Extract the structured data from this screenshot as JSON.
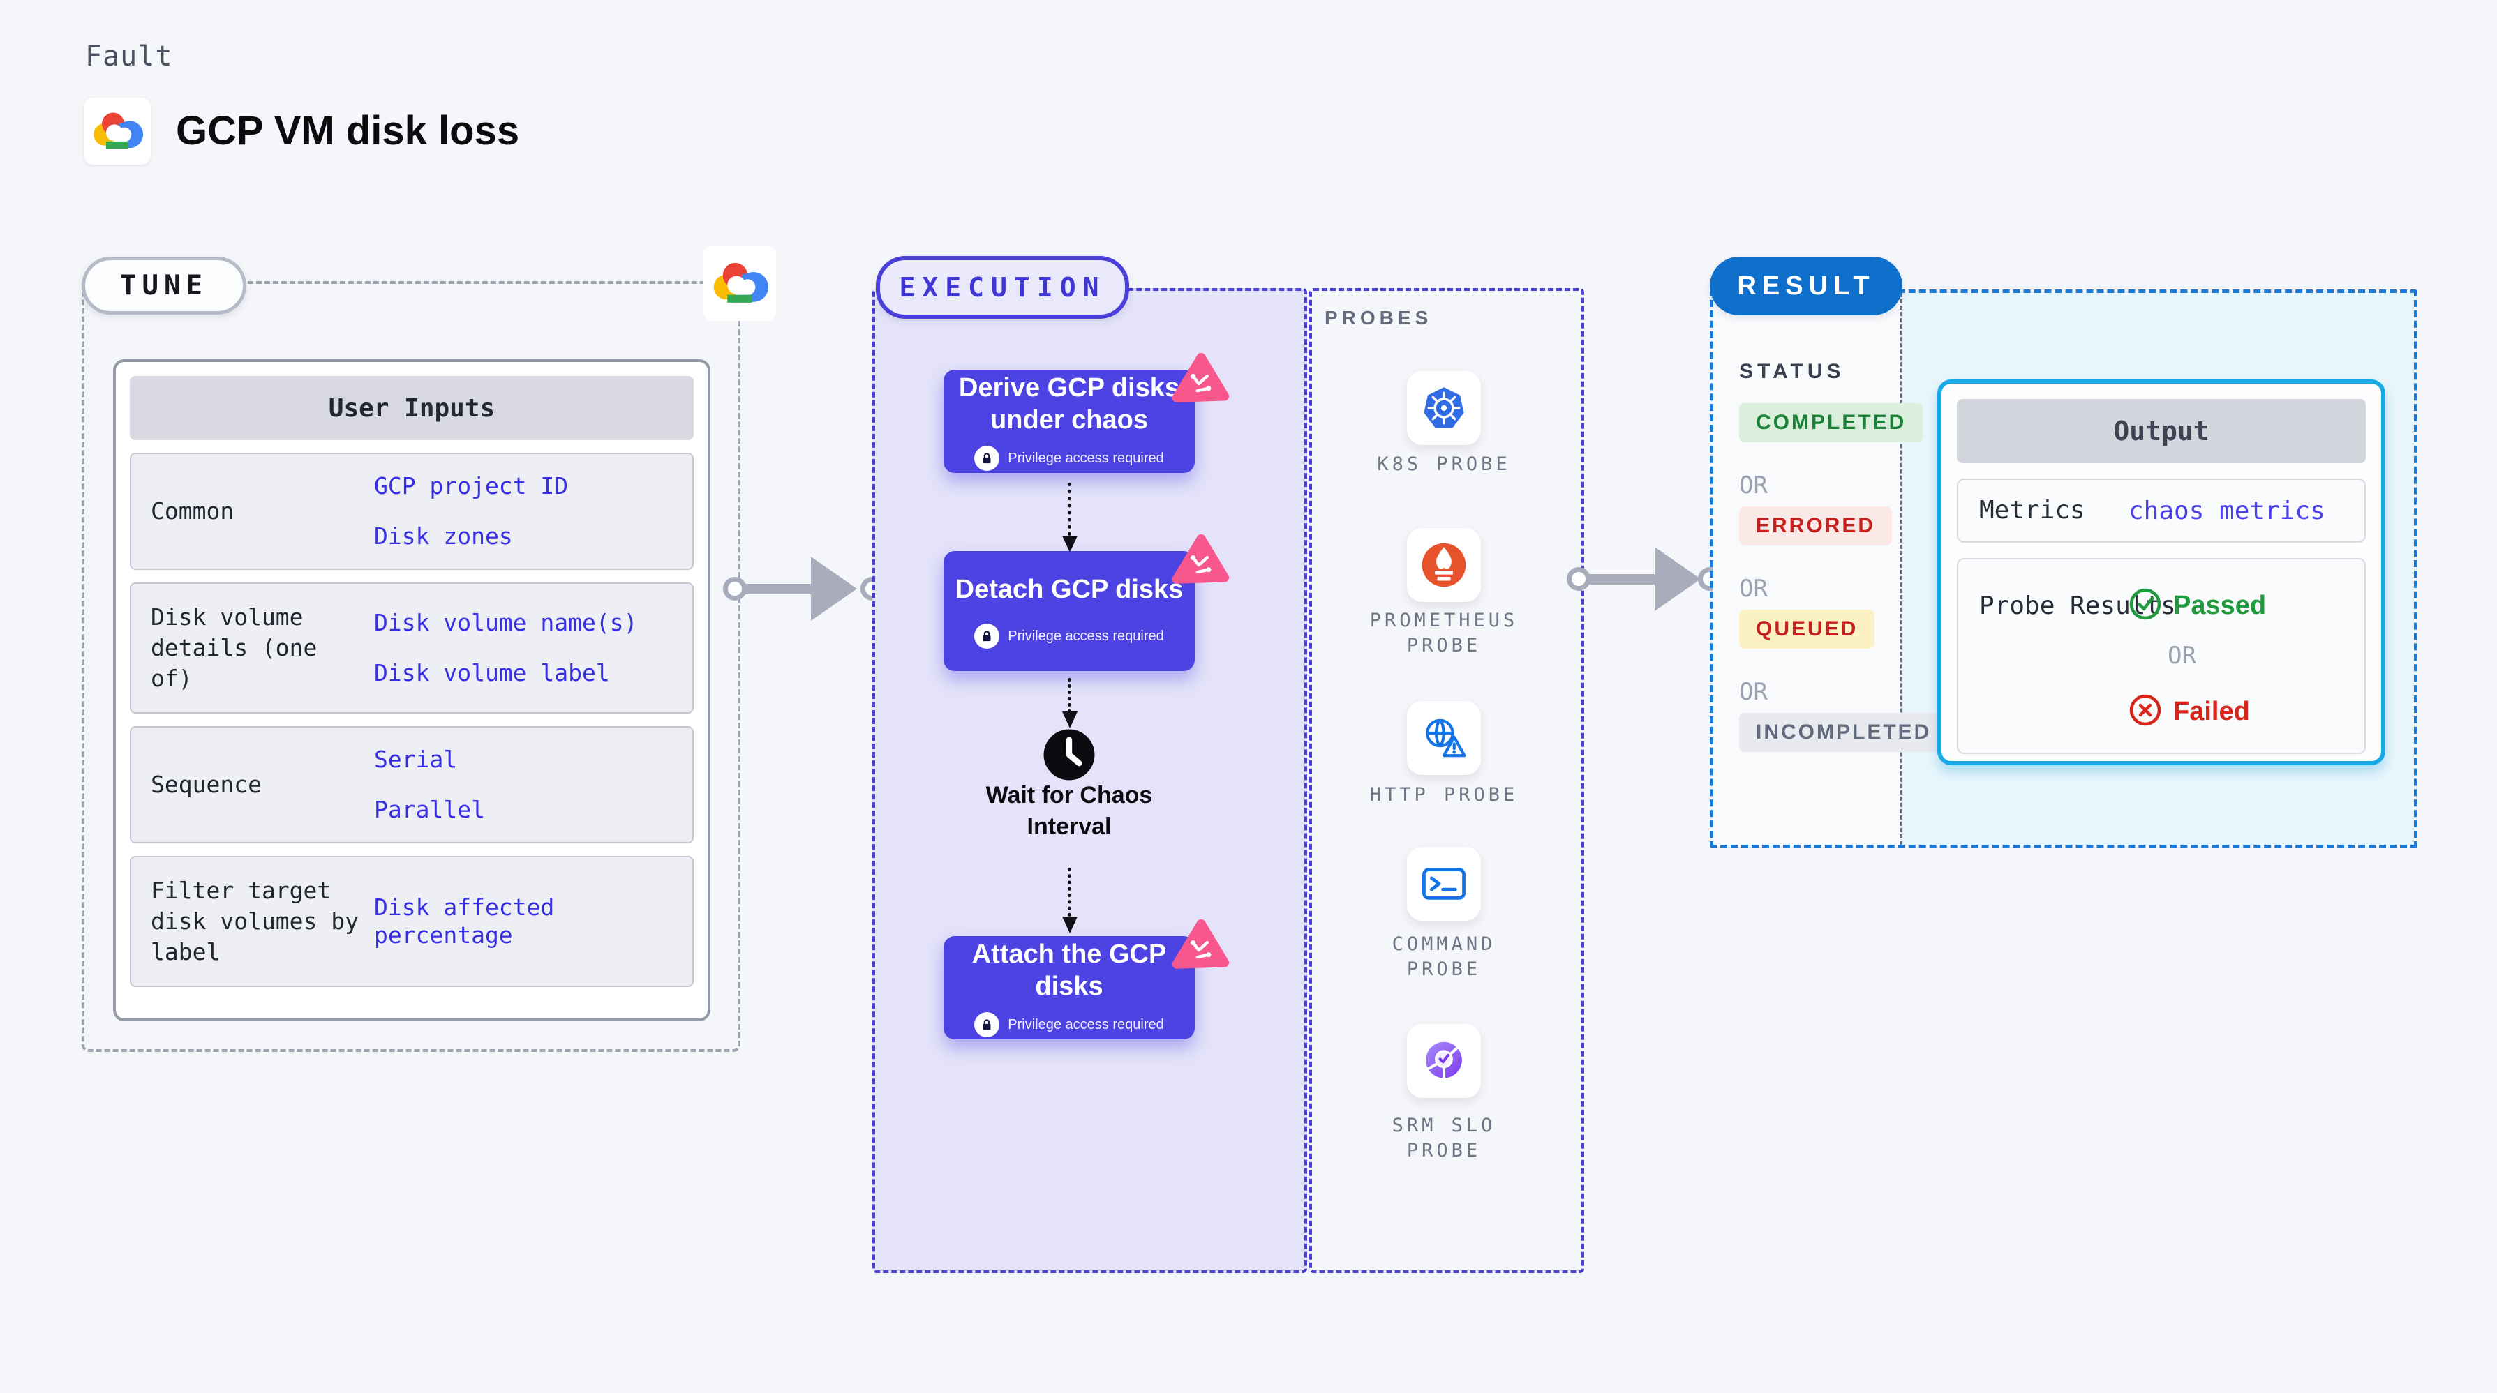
{
  "page": {
    "kind_label": "Fault",
    "title": "GCP VM disk loss",
    "logo_icon": "gcp-cloud-icon"
  },
  "tune": {
    "badge": "TUNE",
    "corner_icon": "gcp-cloud-icon",
    "table": {
      "header": "User Inputs",
      "rows": [
        {
          "label": "Common",
          "values": [
            "GCP project ID",
            "Disk zones"
          ]
        },
        {
          "label": "Disk volume details (one of)",
          "values": [
            "Disk volume name(s)",
            "Disk volume label"
          ]
        },
        {
          "label": "Sequence",
          "values": [
            "Serial",
            "Parallel"
          ]
        },
        {
          "label": "Filter target disk volumes by label",
          "values": [
            "Disk affected percentage"
          ]
        }
      ]
    }
  },
  "execution": {
    "badge": "EXECUTION",
    "nodes": [
      {
        "title": "Derive GCP disks under chaos",
        "note": "Privilege access required",
        "icons": [
          "chaos-badge-icon",
          "lock-icon"
        ]
      },
      {
        "title": "Detach GCP disks",
        "note": "Privilege access required",
        "icons": [
          "chaos-badge-icon",
          "lock-icon"
        ]
      },
      {
        "title": "Attach the GCP disks",
        "note": "Privilege access required",
        "icons": [
          "chaos-badge-icon",
          "lock-icon"
        ]
      }
    ],
    "wait_step": {
      "label": "Wait for Chaos Interval",
      "icon": "clock-icon"
    }
  },
  "probes": {
    "label": "PROBES",
    "items": [
      {
        "name": "K8S PROBE",
        "icon": "kubernetes-icon"
      },
      {
        "name": "PROMETHEUS PROBE",
        "icon": "prometheus-icon"
      },
      {
        "name": "HTTP PROBE",
        "icon": "globe-warning-icon"
      },
      {
        "name": "COMMAND PROBE",
        "icon": "terminal-icon"
      },
      {
        "name": "SRM SLO PROBE",
        "icon": "slo-gauge-icon"
      }
    ]
  },
  "result": {
    "badge": "RESULT",
    "status_label": "STATUS",
    "or_label": "OR",
    "statuses": [
      {
        "label": "COMPLETED",
        "fg": "#1B8038",
        "bg": "#DBF0DC"
      },
      {
        "label": "ERRORED",
        "fg": "#C5221F",
        "bg": "#FBE9E8"
      },
      {
        "label": "QUEUED",
        "fg": "#C5221F",
        "bg": "#FCF1C5"
      },
      {
        "label": "INCOMPLETED",
        "fg": "#616B7D",
        "bg": "#E9EAEF"
      }
    ],
    "output": {
      "header": "Output",
      "metrics_label": "Metrics",
      "metrics_value": "chaos metrics",
      "probe_results_label": "Probe Results",
      "passed_label": "Passed",
      "failed_label": "Failed",
      "passed_icon": "check-circle-icon",
      "failed_icon": "x-circle-icon"
    }
  },
  "colors": {
    "canvas_bg": "#F5F6FA",
    "accent_indigo": "#4C43E2",
    "execution_panel_bg": "#E4E3F9",
    "execution_border": "#4A3FD9",
    "tune_border": "#9CA2AE",
    "value_blue": "#372FE2",
    "result_border": "#1B79D4",
    "result_pill_bg": "#0F70CB",
    "output_border": "#17A9E8",
    "output_region_bg": "#E8F6FC",
    "arrow_gray": "#A9ACBA",
    "chaos_pink": "#F7578C",
    "passed_green": "#1F9A3D",
    "failed_red": "#D6251B",
    "kubernetes_blue": "#326CE5",
    "prometheus_orange": "#E6522C",
    "probe_blue": "#1374E8",
    "srm_purple": "#8B5CF6"
  }
}
